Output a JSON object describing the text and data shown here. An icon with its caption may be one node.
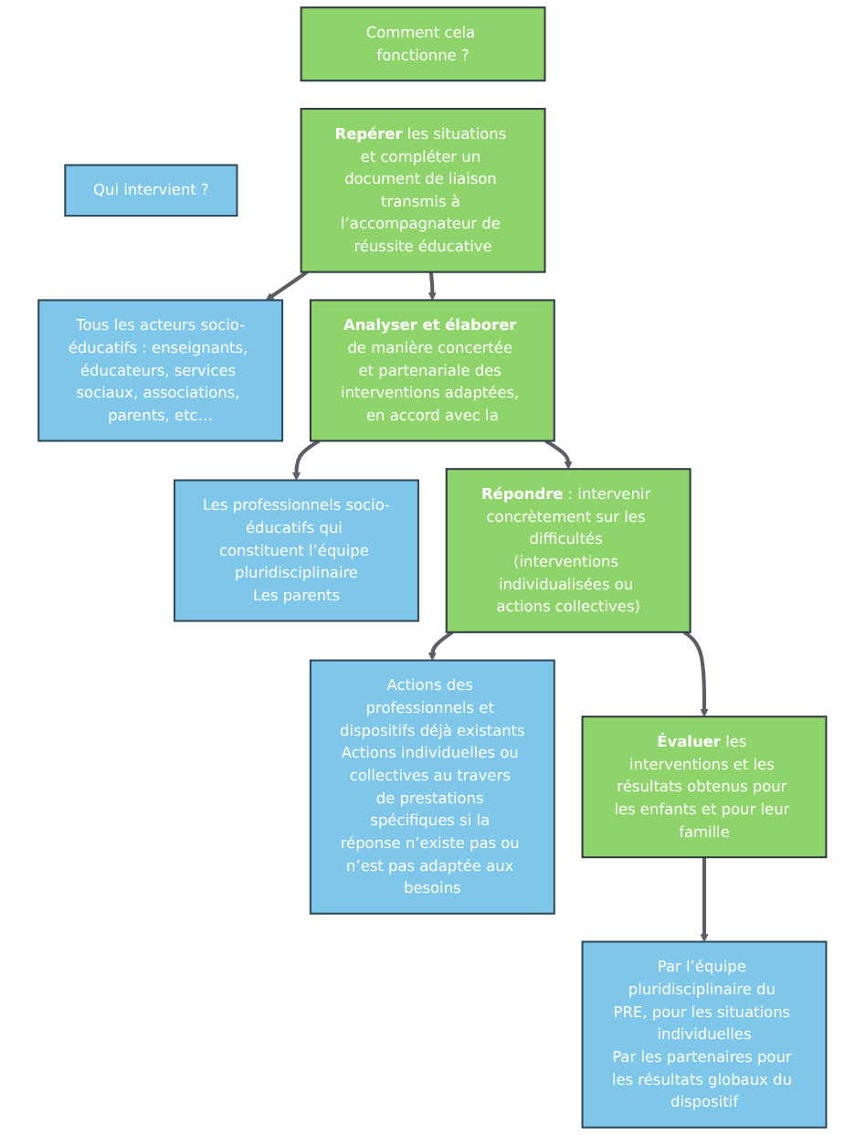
{
  "diagram": {
    "nodes": [
      {
        "text": [
          "Comment cela fonctionne ?"
        ]
      },
      {
        "text": [
          "Qui intervient ?"
        ]
      },
      {
        "text": [
          "**Repérer** les situations et compléter un document de liaison transmis à l’accompagnateur de réussite éducative"
        ]
      },
      {
        "text": [
          "Tous les acteurs socio-éducatifs : enseignants, éducateurs, services sociaux, associations, parents, etc…"
        ]
      },
      {
        "text": [
          "**Analyser et élaborer** de manière concertée et partenariale des interventions adaptées, en accord avec la"
        ]
      },
      {
        "text": [
          "Les professionnels socio-éducatifs qui constituent l’équipe pluridisciplinaire",
          "Les parents"
        ]
      },
      {
        "text": [
          "**Répondre** : intervenir concrètement sur les difficultés (interventions individualisées ou actions collectives)"
        ]
      },
      {
        "text": [
          "Actions des professionnels et dispositifs déjà existants",
          "Actions individuelles ou collectives au travers de prestations spécifiques si la réponse n’existe pas ou n’est pas adaptée aux besoins"
        ]
      },
      {
        "text": [
          "**Évaluer** les interventions et les résultats obtenus pour les enfants et pour leur famille"
        ]
      },
      {
        "text": [
          "Par l’équipe pluridisciplinaire du PRE, pour les situations individuelles",
          "Par les partenaires pour les résultats globaux du dispositif"
        ]
      }
    ],
    "edges": [
      {
        "from": 2,
        "to": 3,
        "arrow": "to"
      },
      {
        "from": 2,
        "to": 4,
        "arrow": "to"
      },
      {
        "from": 4,
        "to": 5,
        "arrow": "to"
      },
      {
        "from": 4,
        "to": 6,
        "arrow": "to"
      },
      {
        "from": 6,
        "to": 7,
        "arrow": "to"
      },
      {
        "from": 6,
        "to": 8,
        "arrow": "to"
      },
      {
        "from": 8,
        "to": 9,
        "arrow": "to"
      }
    ]
  }
}
